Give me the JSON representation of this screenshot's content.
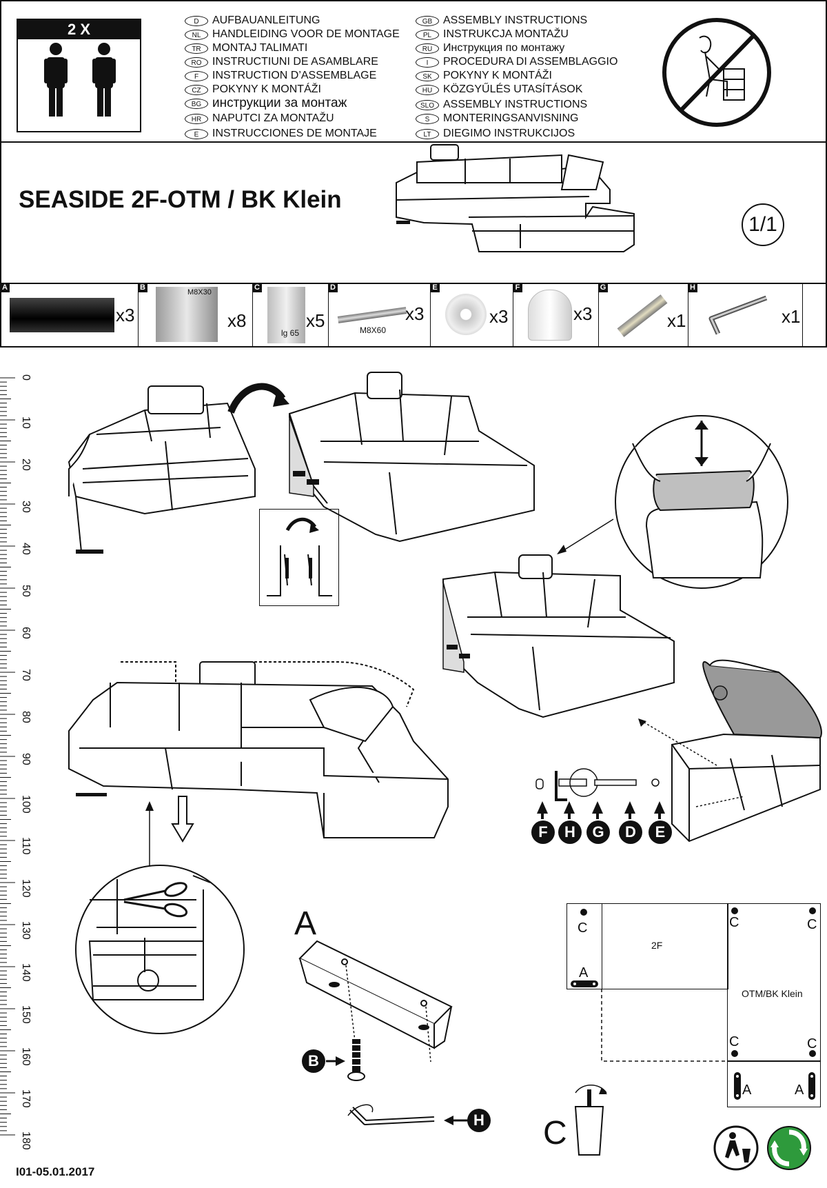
{
  "header": {
    "persons_label": "2 X",
    "languages_left": [
      {
        "code": "D",
        "text": "AUFBAUANLEITUNG"
      },
      {
        "code": "NL",
        "text": "HANDLEIDING VOOR DE MONTAGE"
      },
      {
        "code": "TR",
        "text": "MONTAJ TALIMATI"
      },
      {
        "code": "RO",
        "text": "INSTRUCTIUNI DE ASAMBLARE"
      },
      {
        "code": "F",
        "text": "INSTRUCTION D’ASSEMBLAGE"
      },
      {
        "code": "CZ",
        "text": "POKYNY K MONTÁŽI"
      },
      {
        "code": "BG",
        "text": "инструкции за монтаж"
      },
      {
        "code": "HR",
        "text": "NAPUTCI ZA MONTAŽU"
      },
      {
        "code": "E",
        "text": "INSTRUCCIONES DE MONTAJE"
      }
    ],
    "languages_right": [
      {
        "code": "GB",
        "text": "ASSEMBLY INSTRUCTIONS"
      },
      {
        "code": "PL",
        "text": "INSTRUKCJA MONTAŽU"
      },
      {
        "code": "RU",
        "text": "Инструкция по монтажу"
      },
      {
        "code": "I",
        "text": "PROCEDURA DI ASSEMBLAGGIO"
      },
      {
        "code": "SK",
        "text": "POKYNY K MONTÁŽI"
      },
      {
        "code": "HU",
        "text": "KÖZGYŰLÉS UTASÍTÁSOK"
      },
      {
        "code": "SLO",
        "text": "ASSEMBLY INSTRUCTIONS"
      },
      {
        "code": "S",
        "text": "MONTERINGSANVISNING"
      },
      {
        "code": "LT",
        "text": "DIEGIMO INSTRUKCIJOS"
      }
    ]
  },
  "product": {
    "title": "SEASIDE 2F-OTM / BK Klein",
    "page": "1/1"
  },
  "parts": [
    {
      "letter": "A",
      "qty": "x3",
      "note": ""
    },
    {
      "letter": "B",
      "qty": "x8",
      "note": "M8X30"
    },
    {
      "letter": "C",
      "qty": "x5",
      "note": "lg 65"
    },
    {
      "letter": "D",
      "qty": "x3",
      "note": "M8X60"
    },
    {
      "letter": "E",
      "qty": "x3",
      "note": ""
    },
    {
      "letter": "F",
      "qty": "x3",
      "note": ""
    },
    {
      "letter": "G",
      "qty": "x1",
      "note": ""
    },
    {
      "letter": "H",
      "qty": "x1",
      "note": ""
    }
  ],
  "ruler": [
    "0",
    "10",
    "20",
    "30",
    "40",
    "50",
    "60",
    "70",
    "80",
    "90",
    "100",
    "110",
    "120",
    "130",
    "140",
    "150",
    "160",
    "170",
    "180"
  ],
  "steps": {
    "hardware_labels": [
      "F",
      "H",
      "G",
      "D",
      "E"
    ],
    "big_letter_a": "A",
    "big_letter_c": "C",
    "label_b": "B",
    "label_h": "H"
  },
  "plan": {
    "module_left": "2F",
    "module_right": "OTM/BK Klein",
    "c": "C",
    "a": "A"
  },
  "footer": {
    "code": "I01-05.01.2017"
  },
  "colors": {
    "ink": "#111111",
    "recycle_green": "#2e9a3c"
  }
}
